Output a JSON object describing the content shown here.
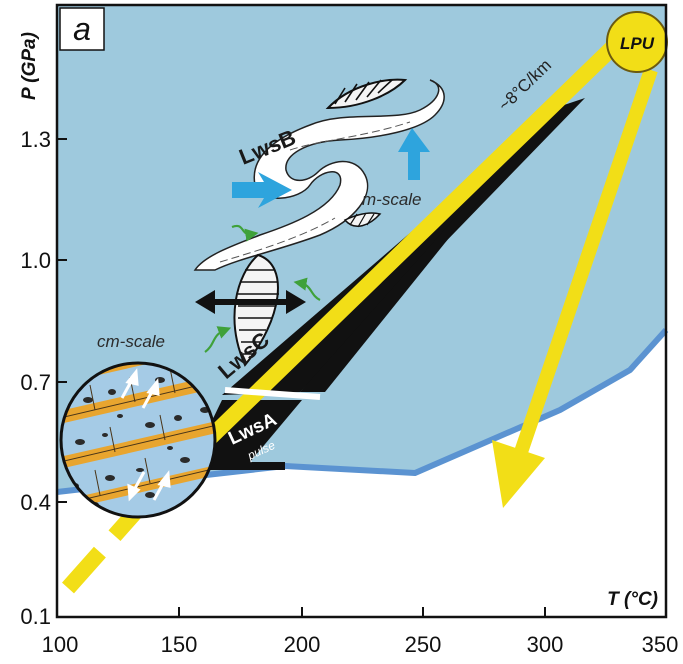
{
  "panel_label": "a",
  "axes": {
    "y_title": "P (GPa)",
    "x_title": "T (°C)",
    "x_ticks": [
      "100",
      "150",
      "200",
      "250",
      "300",
      "350"
    ],
    "y_ticks": [
      "0.1",
      "0.4",
      "0.7",
      "1.0",
      "1.3"
    ]
  },
  "labels": {
    "lpu": "LPU",
    "gradient": "~8°C/km",
    "lwsb": "LwsB",
    "m_scale": "m-scale",
    "lwsc": "LwsC",
    "cm_scale": "cm-scale",
    "lwsa": "LwsA",
    "pulse": "pulse"
  },
  "colors": {
    "field_blue": "#9ec9dd",
    "boundary_blue": "#5b93d1",
    "path_yellow": "#f2de17",
    "black": "#111111",
    "arrow_blue": "#2ea4dd",
    "orange": "#e8a52f"
  }
}
